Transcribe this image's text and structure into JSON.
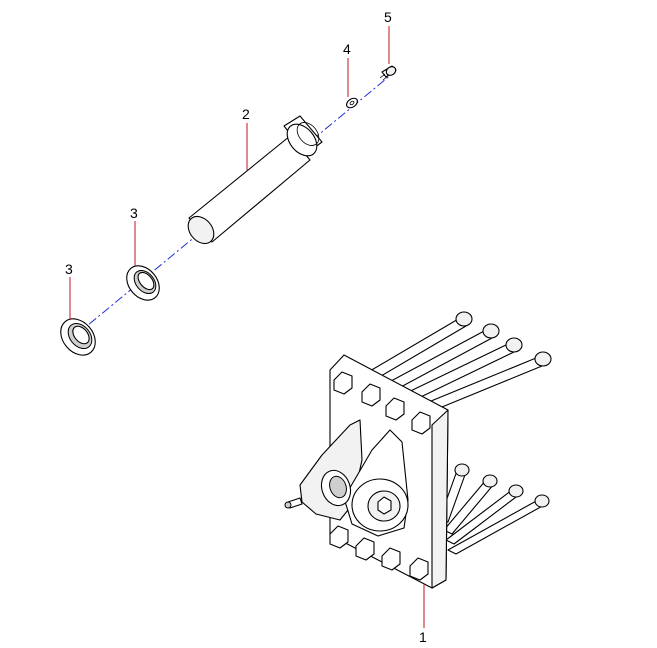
{
  "callouts": [
    {
      "label": "5"
    },
    {
      "label": "4"
    },
    {
      "label": "2"
    },
    {
      "label": "3"
    },
    {
      "label": "3"
    },
    {
      "label": "1"
    }
  ],
  "colors": {
    "leader": "#c0141c",
    "axis": "#1f2fd0"
  }
}
